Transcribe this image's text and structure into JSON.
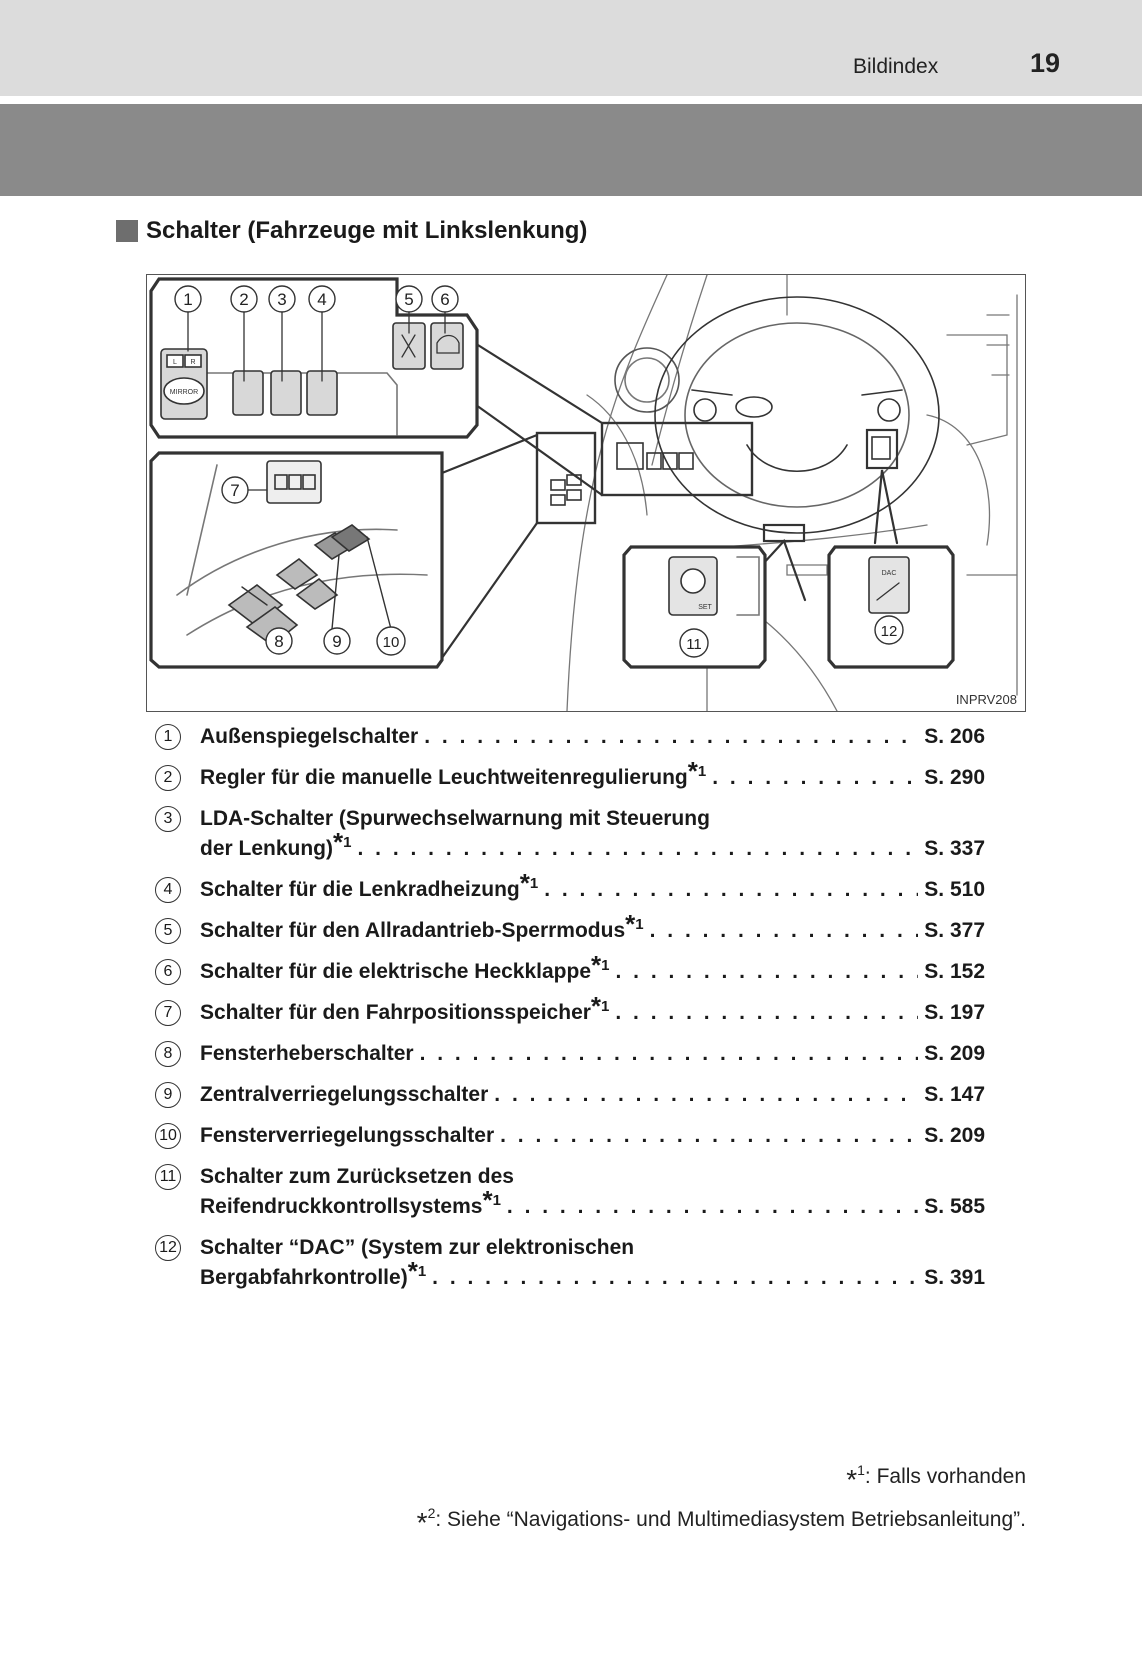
{
  "header": {
    "title": "Bildindex",
    "page_number": "19"
  },
  "section": {
    "title": "Schalter (Fahrzeuge mit Linkslenkung)"
  },
  "figure": {
    "code": "INPRV208",
    "callouts": [
      "1",
      "2",
      "3",
      "4",
      "5",
      "6",
      "7",
      "8",
      "9",
      "10",
      "11",
      "12"
    ],
    "switch_labels": {
      "mirror": "MIRROR",
      "mirror_l": "L",
      "mirror_r": "R",
      "dac": "DAC",
      "set": "SET"
    }
  },
  "items": [
    {
      "num": "1",
      "lines": [],
      "last": "Außenspiegelschalter",
      "mark": "",
      "page": "S. 206"
    },
    {
      "num": "2",
      "lines": [],
      "last": "Regler für die manuelle Leuchtweitenregulierung",
      "mark": "1",
      "page": "S. 290"
    },
    {
      "num": "3",
      "lines": [
        "LDA-Schalter (Spurwechselwarnung mit Steuerung"
      ],
      "last": "der Lenkung)",
      "mark": "1",
      "page": "S. 337"
    },
    {
      "num": "4",
      "lines": [],
      "last": "Schalter für die Lenkradheizung",
      "mark": "1",
      "page": "S. 510"
    },
    {
      "num": "5",
      "lines": [],
      "last": "Schalter für den Allradantrieb-Sperrmodus",
      "mark": "1",
      "page": "S. 377"
    },
    {
      "num": "6",
      "lines": [],
      "last": "Schalter für die elektrische Heckklappe",
      "mark": "1",
      "page": "S. 152"
    },
    {
      "num": "7",
      "lines": [],
      "last": "Schalter für den Fahrpositionsspeicher",
      "mark": "1",
      "page": "S. 197"
    },
    {
      "num": "8",
      "lines": [],
      "last": "Fensterheberschalter",
      "mark": "",
      "page": "S. 209"
    },
    {
      "num": "9",
      "lines": [],
      "last": "Zentralverriegelungsschalter",
      "mark": "",
      "page": "S. 147"
    },
    {
      "num": "10",
      "lines": [],
      "last": "Fensterverriegelungsschalter",
      "mark": "",
      "page": "S. 209"
    },
    {
      "num": "11",
      "lines": [
        "Schalter zum Zurücksetzen des"
      ],
      "last": "Reifendruckkontrollsystems",
      "mark": "1",
      "page": "S. 585"
    },
    {
      "num": "12",
      "lines": [
        "Schalter “DAC” (System zur elektronischen"
      ],
      "last": "Bergabfahrkontrolle)",
      "mark": "1",
      "page": "S. 391"
    }
  ],
  "footnotes": [
    {
      "mark": "1",
      "text": ": Falls vorhanden"
    },
    {
      "mark": "2",
      "text": ": Siehe “Navigations- und Multimediasystem Betriebsanleitung”."
    }
  ]
}
